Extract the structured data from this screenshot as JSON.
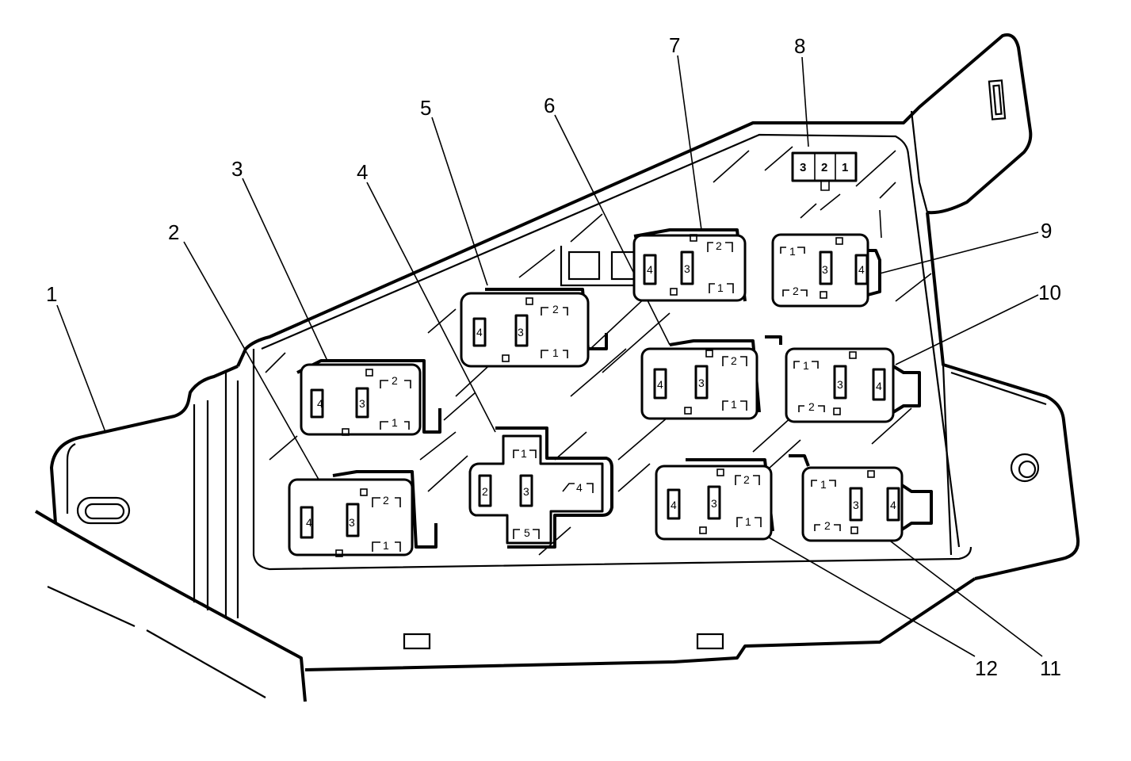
{
  "callouts": [
    "1",
    "2",
    "3",
    "4",
    "5",
    "6",
    "7",
    "8",
    "9",
    "10",
    "11",
    "12"
  ],
  "pins": {
    "relay4": [
      "4",
      "3",
      "2",
      "1"
    ],
    "relay4_rev": [
      "1",
      "2",
      "3",
      "4"
    ],
    "relay5": [
      "1",
      "2",
      "3",
      "4",
      "5"
    ],
    "connector3": [
      "3",
      "2",
      "1"
    ]
  }
}
